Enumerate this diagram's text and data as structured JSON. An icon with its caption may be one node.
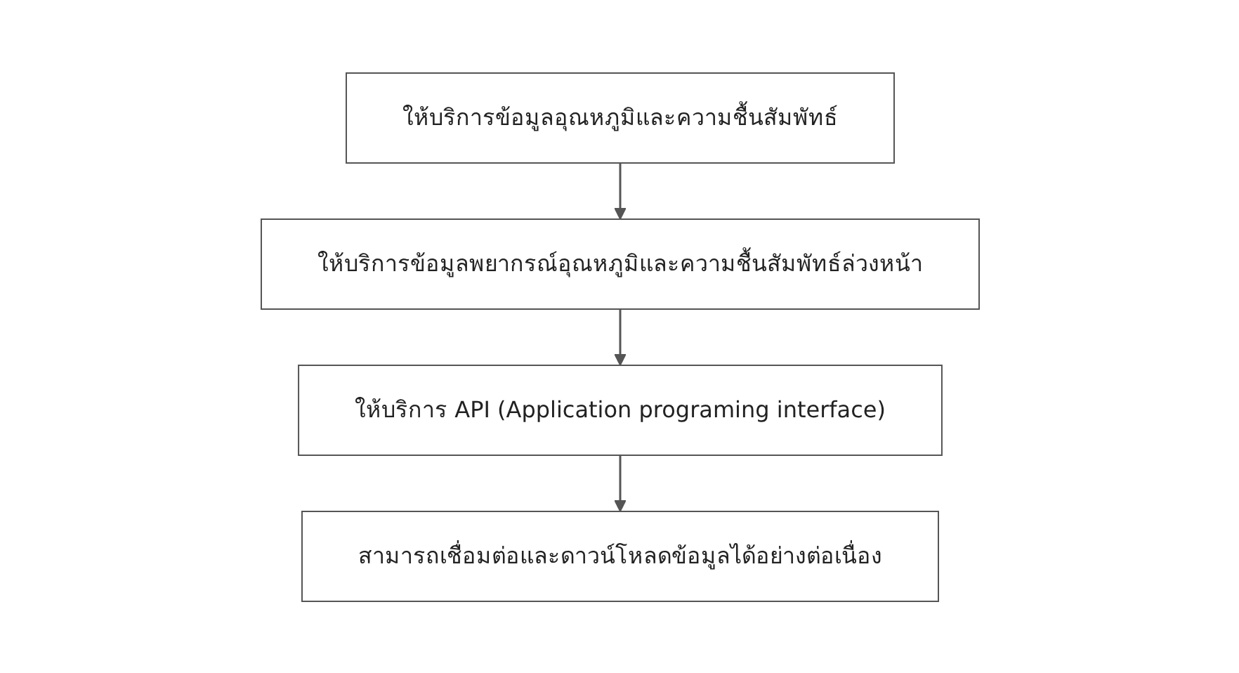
{
  "diagram": {
    "nodes": [
      {
        "text": [
          "ให้บริการข้อมูลอุณหภูมิและความชื้นสัมพัทธ์"
        ]
      },
      {
        "text": [
          "ให้บริการข้อมูลพยากรณ์อุณหภูมิและความชื้นสัมพัทธ์ล่วงหน้า"
        ]
      },
      {
        "text": [
          "ให้บริการ API (Application programing interface)"
        ]
      },
      {
        "text": [
          "สามารถเชื่อมต่อและดาวน์โหลดข้อมูลได้อย่างต่อเนื่อง"
        ]
      }
    ],
    "edges": [
      {
        "from": 0,
        "to": 1,
        "arrow": "to"
      },
      {
        "from": 1,
        "to": 2,
        "arrow": "to"
      },
      {
        "from": 2,
        "to": 3,
        "arrow": "to"
      }
    ]
  }
}
